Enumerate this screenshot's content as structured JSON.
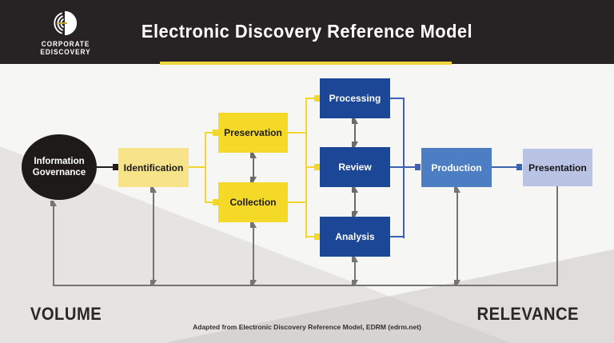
{
  "header": {
    "title": "Electronic Discovery Reference Model",
    "logo": {
      "line1": "CORPORATE",
      "line2": "EDISCOVERY"
    }
  },
  "nodes": {
    "information_governance": {
      "label": "Information Governance"
    },
    "identification": {
      "label": "Identification"
    },
    "preservation": {
      "label": "Preservation"
    },
    "collection": {
      "label": "Collection"
    },
    "processing": {
      "label": "Processing"
    },
    "review": {
      "label": "Review"
    },
    "analysis": {
      "label": "Analysis"
    },
    "production": {
      "label": "Production"
    },
    "presentation": {
      "label": "Presentation"
    }
  },
  "axis": {
    "left": "VOLUME",
    "right": "RELEVANCE"
  },
  "footer": {
    "caption": "Adapted from Electronic Discovery Reference Model, EDRM (edrm.net)"
  },
  "colors": {
    "header_bg": "#272324",
    "accent_underline": "#edd53e",
    "stage_pale_yellow": "#f7e38a",
    "stage_yellow": "#f4d928",
    "stage_dark_blue": "#1c4796",
    "stage_mid_blue": "#4d7ec3",
    "stage_light_blue": "#b9c3e4",
    "connector_yellow": "#f3d62e",
    "connector_blue": "#3b63b0",
    "connector_gray": "#6b6b6b",
    "circle_black": "#1d1a19",
    "logo_gold": "#c9a227"
  }
}
